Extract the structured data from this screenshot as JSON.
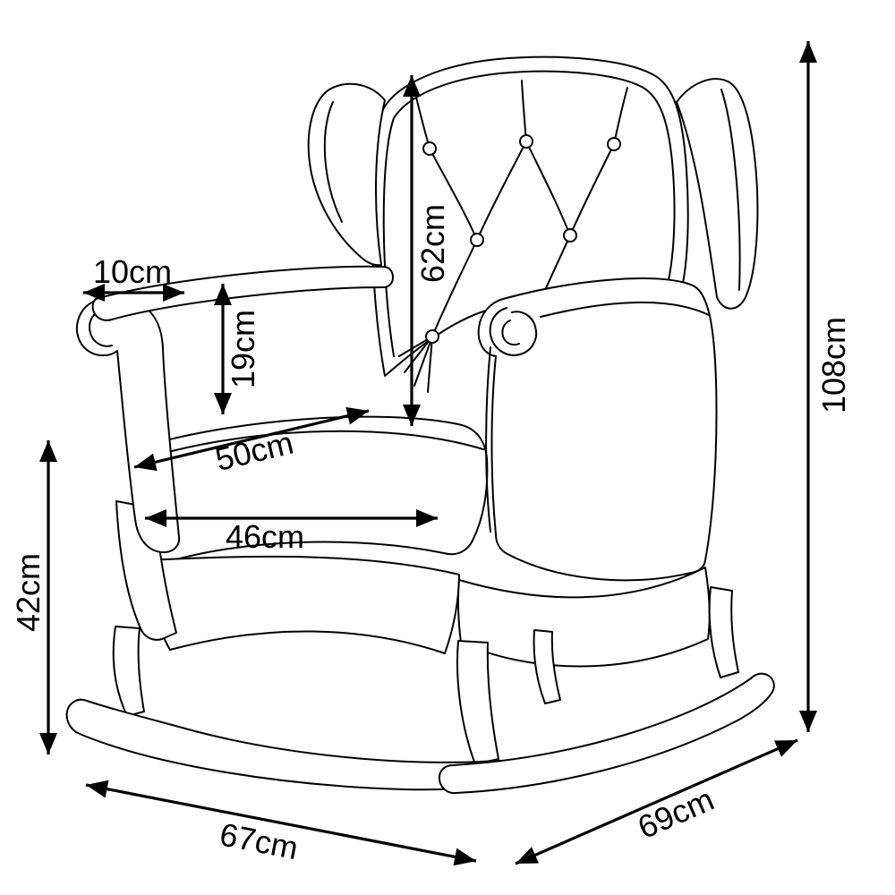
{
  "diagram": {
    "subject": "wingback tufted rocking chair line drawing with dimension arrows",
    "unit": "cm",
    "stroke_color": "#000000",
    "background_color": "#ffffff",
    "dimensions": {
      "total_height": {
        "label": "108cm",
        "value": 108,
        "orientation": "vertical",
        "measures": "overall chair height"
      },
      "backrest_height": {
        "label": "62cm",
        "value": 62,
        "orientation": "vertical",
        "measures": "backrest height above seat"
      },
      "armrest_depth": {
        "label": "10cm",
        "value": 10,
        "orientation": "horizontal",
        "measures": "armrest top width"
      },
      "armrest_height": {
        "label": "19cm",
        "value": 19,
        "orientation": "vertical",
        "measures": "armrest height above seat"
      },
      "seat_depth": {
        "label": "50cm",
        "value": 50,
        "orientation": "diagonal",
        "measures": "seat depth"
      },
      "seat_width": {
        "label": "46cm",
        "value": 46,
        "orientation": "horizontal",
        "measures": "seat width"
      },
      "seat_height": {
        "label": "42cm",
        "value": 42,
        "orientation": "vertical",
        "measures": "seat height from floor"
      },
      "base_width": {
        "label": "67cm",
        "value": 67,
        "orientation": "diagonal",
        "measures": "base front width"
      },
      "base_depth": {
        "label": "69cm",
        "value": 69,
        "orientation": "diagonal",
        "measures": "base side depth"
      }
    }
  }
}
